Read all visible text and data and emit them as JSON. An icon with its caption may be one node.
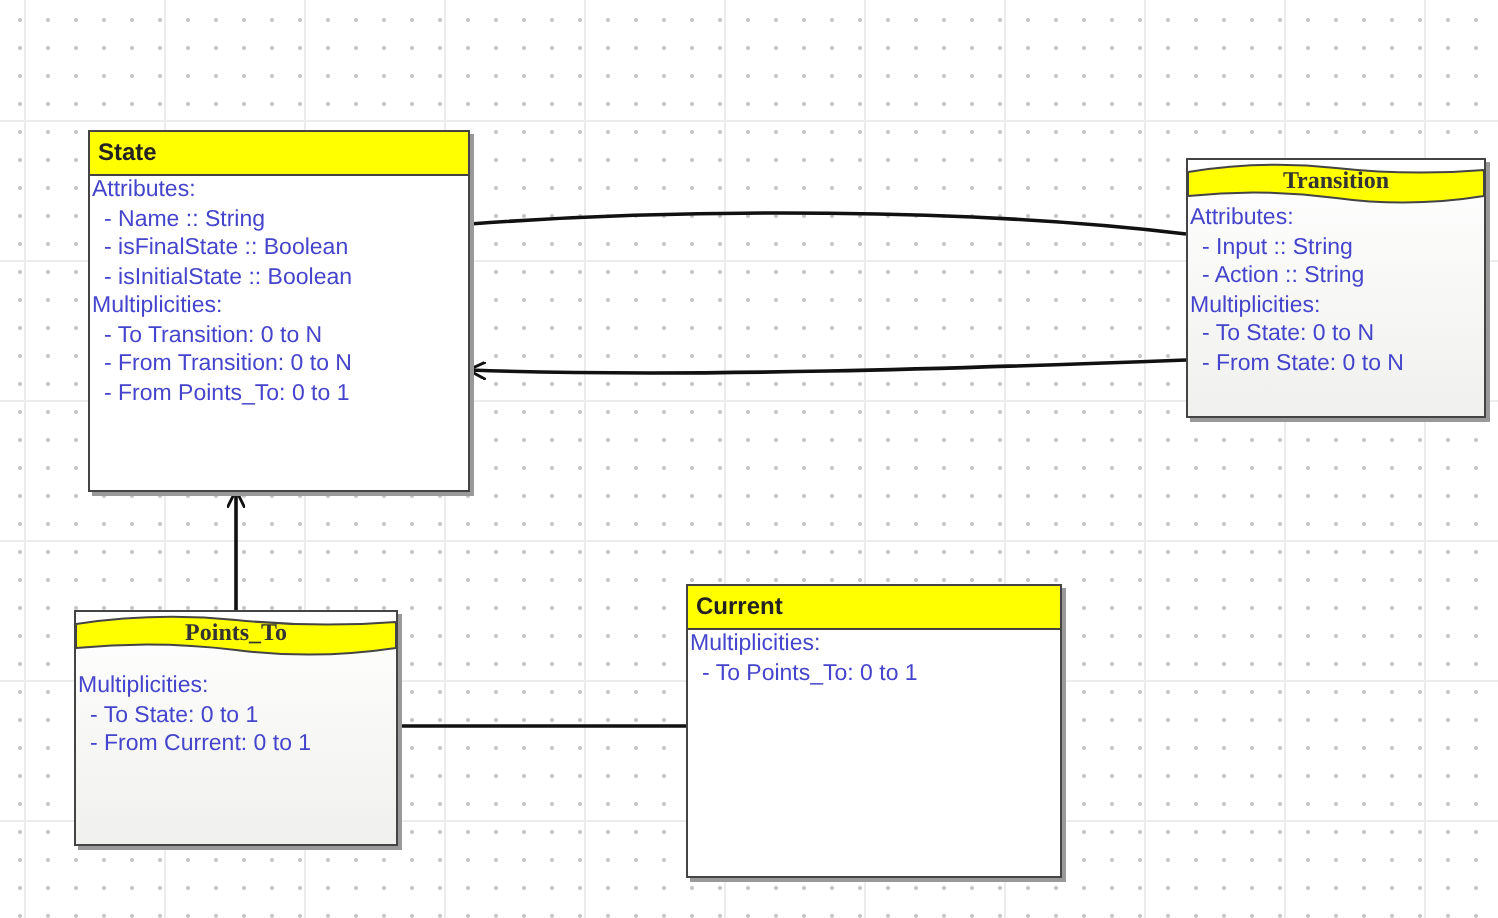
{
  "diagram": {
    "nodes": [
      {
        "text": [
          "State",
          "Attributes:",
          "- Name :: String",
          "- isFinalState :: Boolean",
          "- isInitialState :: Boolean",
          "Multiplicities:",
          "- To Transition: 0 to N",
          "- From Transition: 0 to N",
          "- From Points_To: 0 to 1"
        ]
      },
      {
        "text": [
          "Transition",
          "Attributes:",
          "- Input :: String",
          "- Action :: String",
          "Multiplicities:",
          "- To State: 0 to N",
          "- From State: 0 to N"
        ]
      },
      {
        "text": [
          "Points_To",
          "Multiplicities:",
          "- To State: 0 to 1",
          "- From Current: 0 to 1"
        ]
      },
      {
        "text": [
          "Current",
          "Multiplicities:",
          "- To Points_To: 0 to 1"
        ]
      }
    ],
    "edges": [
      {
        "from": 0,
        "to": 1,
        "arrow": "none"
      },
      {
        "from": 1,
        "to": 0,
        "arrow": "to"
      },
      {
        "from": 2,
        "to": 0,
        "arrow": "to"
      },
      {
        "from": 2,
        "to": 3,
        "arrow": "none"
      }
    ]
  }
}
